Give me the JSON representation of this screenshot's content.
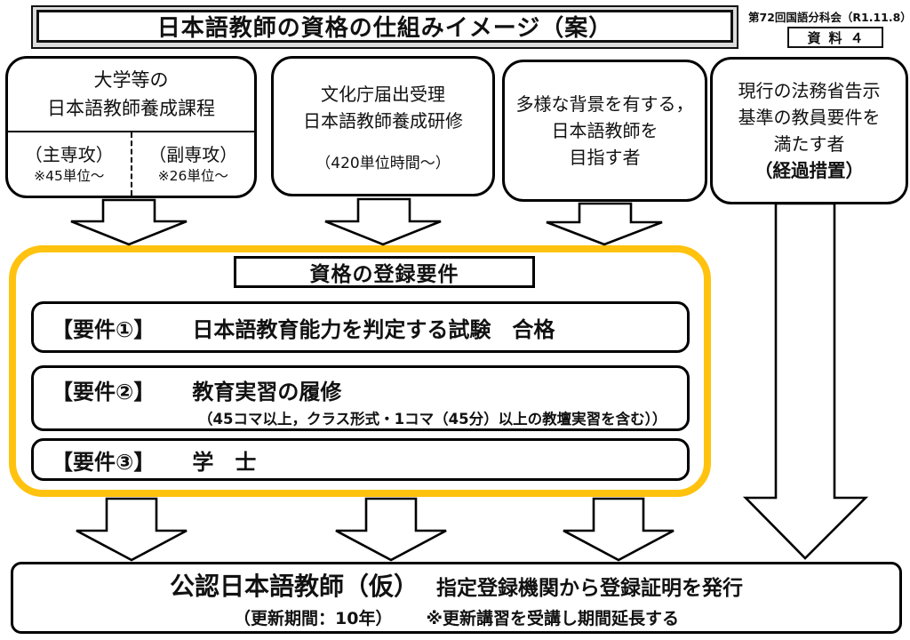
{
  "colors": {
    "highlight": "#FFC20E"
  },
  "header": {
    "title": "日本語教師の資格の仕組みイメージ（案）",
    "meeting": "第72回国語分科会（R1.11.8）",
    "doc_label": "資料４"
  },
  "sources": [
    {
      "lines": [
        "大学等の",
        "日本語教師養成課程"
      ],
      "columns": [
        {
          "title": "（主専攻）",
          "note": "※45単位～"
        },
        {
          "title": "（副専攻）",
          "note": "※26単位～"
        }
      ]
    },
    {
      "lines": [
        "文化庁届出受理",
        "日本語教師養成研修"
      ],
      "note": "（420単位時間～）"
    },
    {
      "lines": [
        "多様な背景を有する，",
        "日本語教師を",
        "目指す者"
      ]
    },
    {
      "lines": [
        "現行の法務省告示",
        "基準の教員要件を",
        "満たす者"
      ],
      "emphasis": "（経過措置）"
    }
  ],
  "registration": {
    "heading": "資格の登録要件",
    "requirements": [
      {
        "label": "【要件①】",
        "text": "日本語教育能力を判定する試験　合格"
      },
      {
        "label": "【要件②】",
        "text": "教育実習の履修",
        "note": "（45コマ以上，クラス形式・1コマ（45分）以上の教壇実習を含む））"
      },
      {
        "label": "【要件③】",
        "text": "学　士"
      }
    ]
  },
  "result": {
    "title": "公認日本語教師（仮）",
    "subtitle": "指定登録機関から登録証明を発行",
    "renewal": "（更新期間：10年）",
    "renewal_note": "※更新講習を受講し期間延長する"
  }
}
